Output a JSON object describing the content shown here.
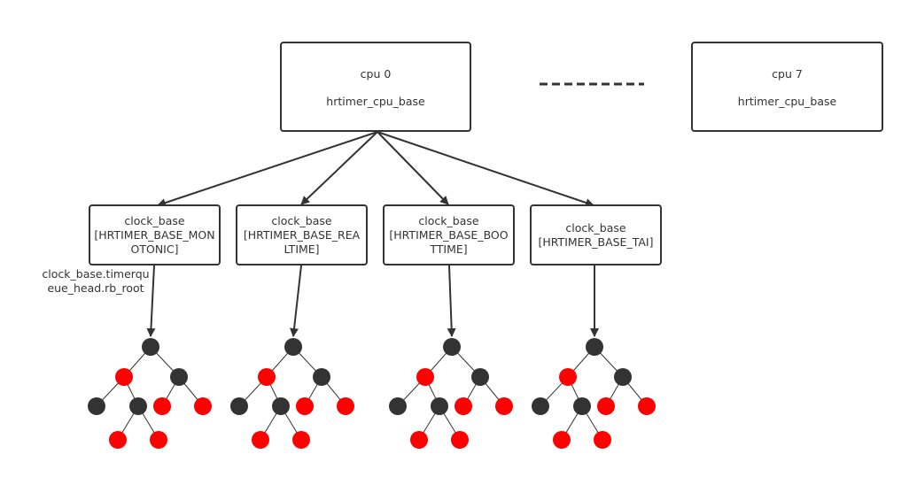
{
  "cpu_boxes": [
    {
      "cpu": "cpu 0",
      "type": "hrtimer_cpu_base"
    },
    {
      "cpu": "cpu 7",
      "type": "hrtimer_cpu_base"
    }
  ],
  "ellipsis": "dashed-line",
  "clock_bases": [
    {
      "line1": "clock_base",
      "line2": "[HRTIMER_BASE_MONOTONIC]"
    },
    {
      "line1": "clock_base",
      "line2": "[HRTIMER_BASE_REALTIME]"
    },
    {
      "line1": "clock_base",
      "line2": "[HRTIMER_BASE_BOOTTIME]"
    },
    {
      "line1": "clock_base",
      "line2": "[HRTIMER_BASE_TAI]"
    }
  ],
  "edge_label": "clock_base.timerqueue_head.rb_root",
  "rb_tree": {
    "colors": {
      "black": "#333333",
      "red": "#ff0000"
    },
    "nodes": [
      {
        "id": "root",
        "color": "black",
        "parent": null
      },
      {
        "id": "L",
        "color": "red",
        "parent": "root"
      },
      {
        "id": "R",
        "color": "black",
        "parent": "root"
      },
      {
        "id": "LL",
        "color": "black",
        "parent": "L"
      },
      {
        "id": "LR",
        "color": "black",
        "parent": "L"
      },
      {
        "id": "RL",
        "color": "red",
        "parent": "R"
      },
      {
        "id": "RR",
        "color": "red",
        "parent": "R"
      },
      {
        "id": "LRL",
        "color": "red",
        "parent": "LR"
      },
      {
        "id": "LRR",
        "color": "red",
        "parent": "LR"
      }
    ]
  }
}
